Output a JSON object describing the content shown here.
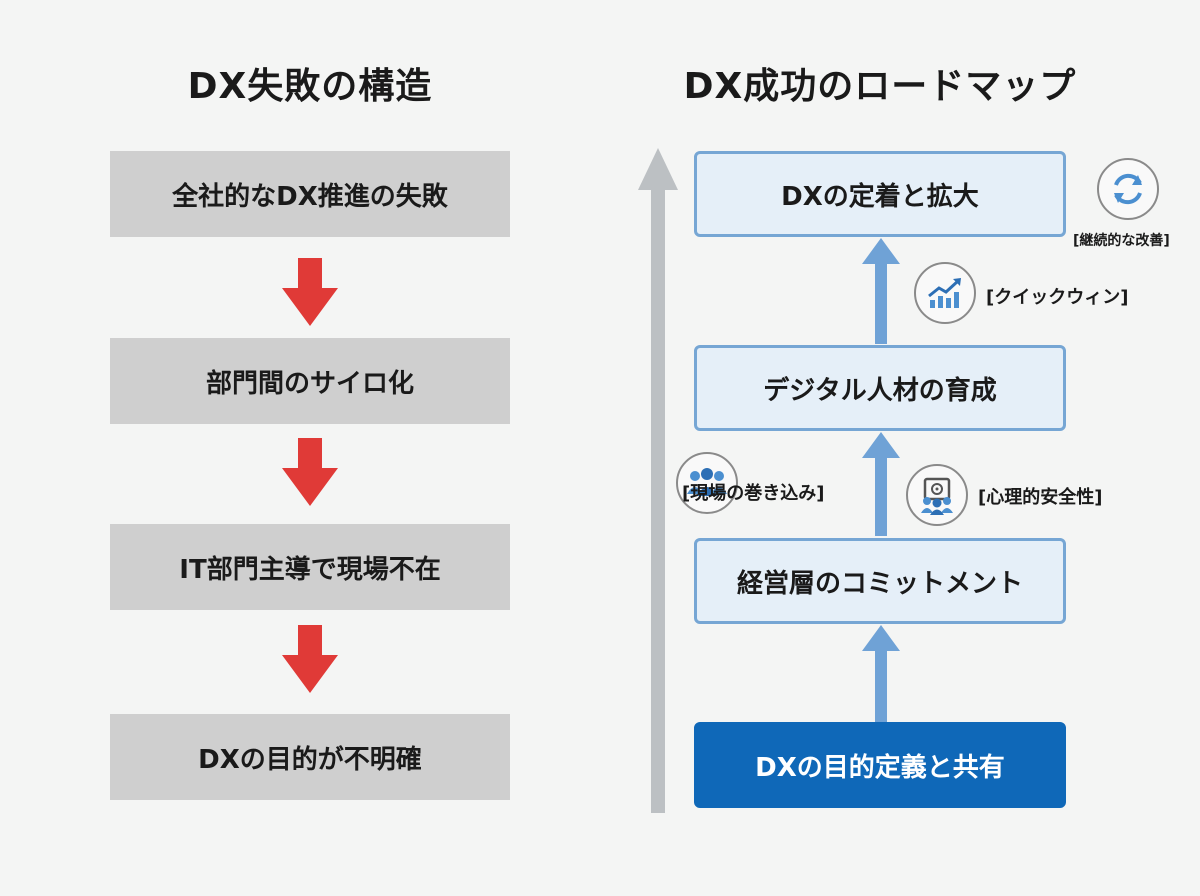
{
  "left": {
    "title": "DX失敗の構造",
    "steps": [
      "全社的なDX推進の失敗",
      "部門間のサイロ化",
      "IT部門主導で現場不在",
      "DXの目的が不明確"
    ]
  },
  "right": {
    "title": "DX成功のロードマップ",
    "steps": [
      "DXの定着と拡大",
      "デジタル人材の育成",
      "経営層のコミットメント",
      "DXの目的定義と共有"
    ],
    "notes": {
      "continuous_improvement": "[継続的な改善]",
      "quick_win": "[クイックウィン]",
      "field_involvement": "[現場の巻き込み]",
      "psychological_safety": "[心理的安全性]"
    }
  },
  "colors": {
    "fail_box": "#cfcfcf",
    "fail_arrow": "#e03a37",
    "step_box_fill": "#e5eff8",
    "step_box_border": "#76a6d4",
    "primary_box": "#0f68b8",
    "flow_arrow": "#6fa2d6",
    "axis_arrow": "#bcc0c3"
  },
  "icons": {
    "continuous_improvement": "refresh-cycle-icon",
    "quick_win": "trend-up-chart-icon",
    "field_involvement": "people-group-icon",
    "psychological_safety": "safe-person-icon"
  }
}
